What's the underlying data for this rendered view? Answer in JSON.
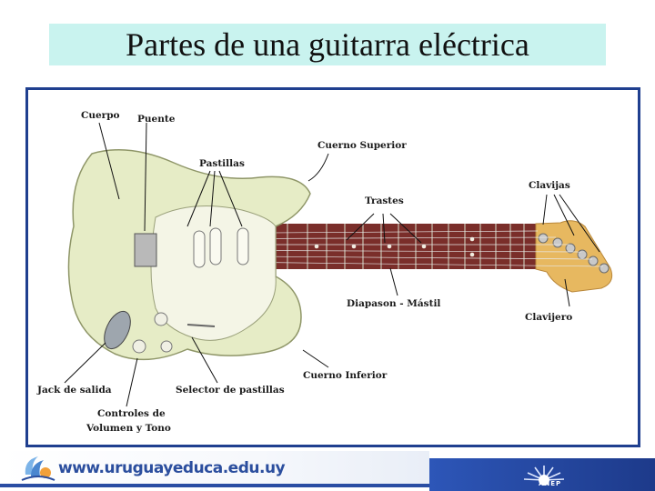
{
  "title": "Partes de una guitarra eléctrica",
  "labels": {
    "cuerpo": "Cuerpo",
    "puente": "Puente",
    "cuerno_superior": "Cuerno Superior",
    "pastillas": "Pastillas",
    "clavijas": "Clavijas",
    "trastes": "Trastes",
    "diapason": "Diapason - Mástil",
    "clavijero": "Clavijero",
    "cuerno_inferior": "Cuerno Inferior",
    "jack": "Jack de salida",
    "selector": "Selector de pastillas",
    "controles_1": "Controles de",
    "controles_2": "Volumen y Tono"
  },
  "footer": {
    "url": "www.uruguayeduca.edu.uy",
    "logo_text": "ANEP"
  },
  "colors": {
    "title_bg": "#c9f3ef",
    "frame_border": "#1f3f8f",
    "guitar_body": "#e6ecc6",
    "fretboard": "#7a2e2a",
    "headstock": "#e7b860",
    "footer_blue": "#2a4da3"
  }
}
